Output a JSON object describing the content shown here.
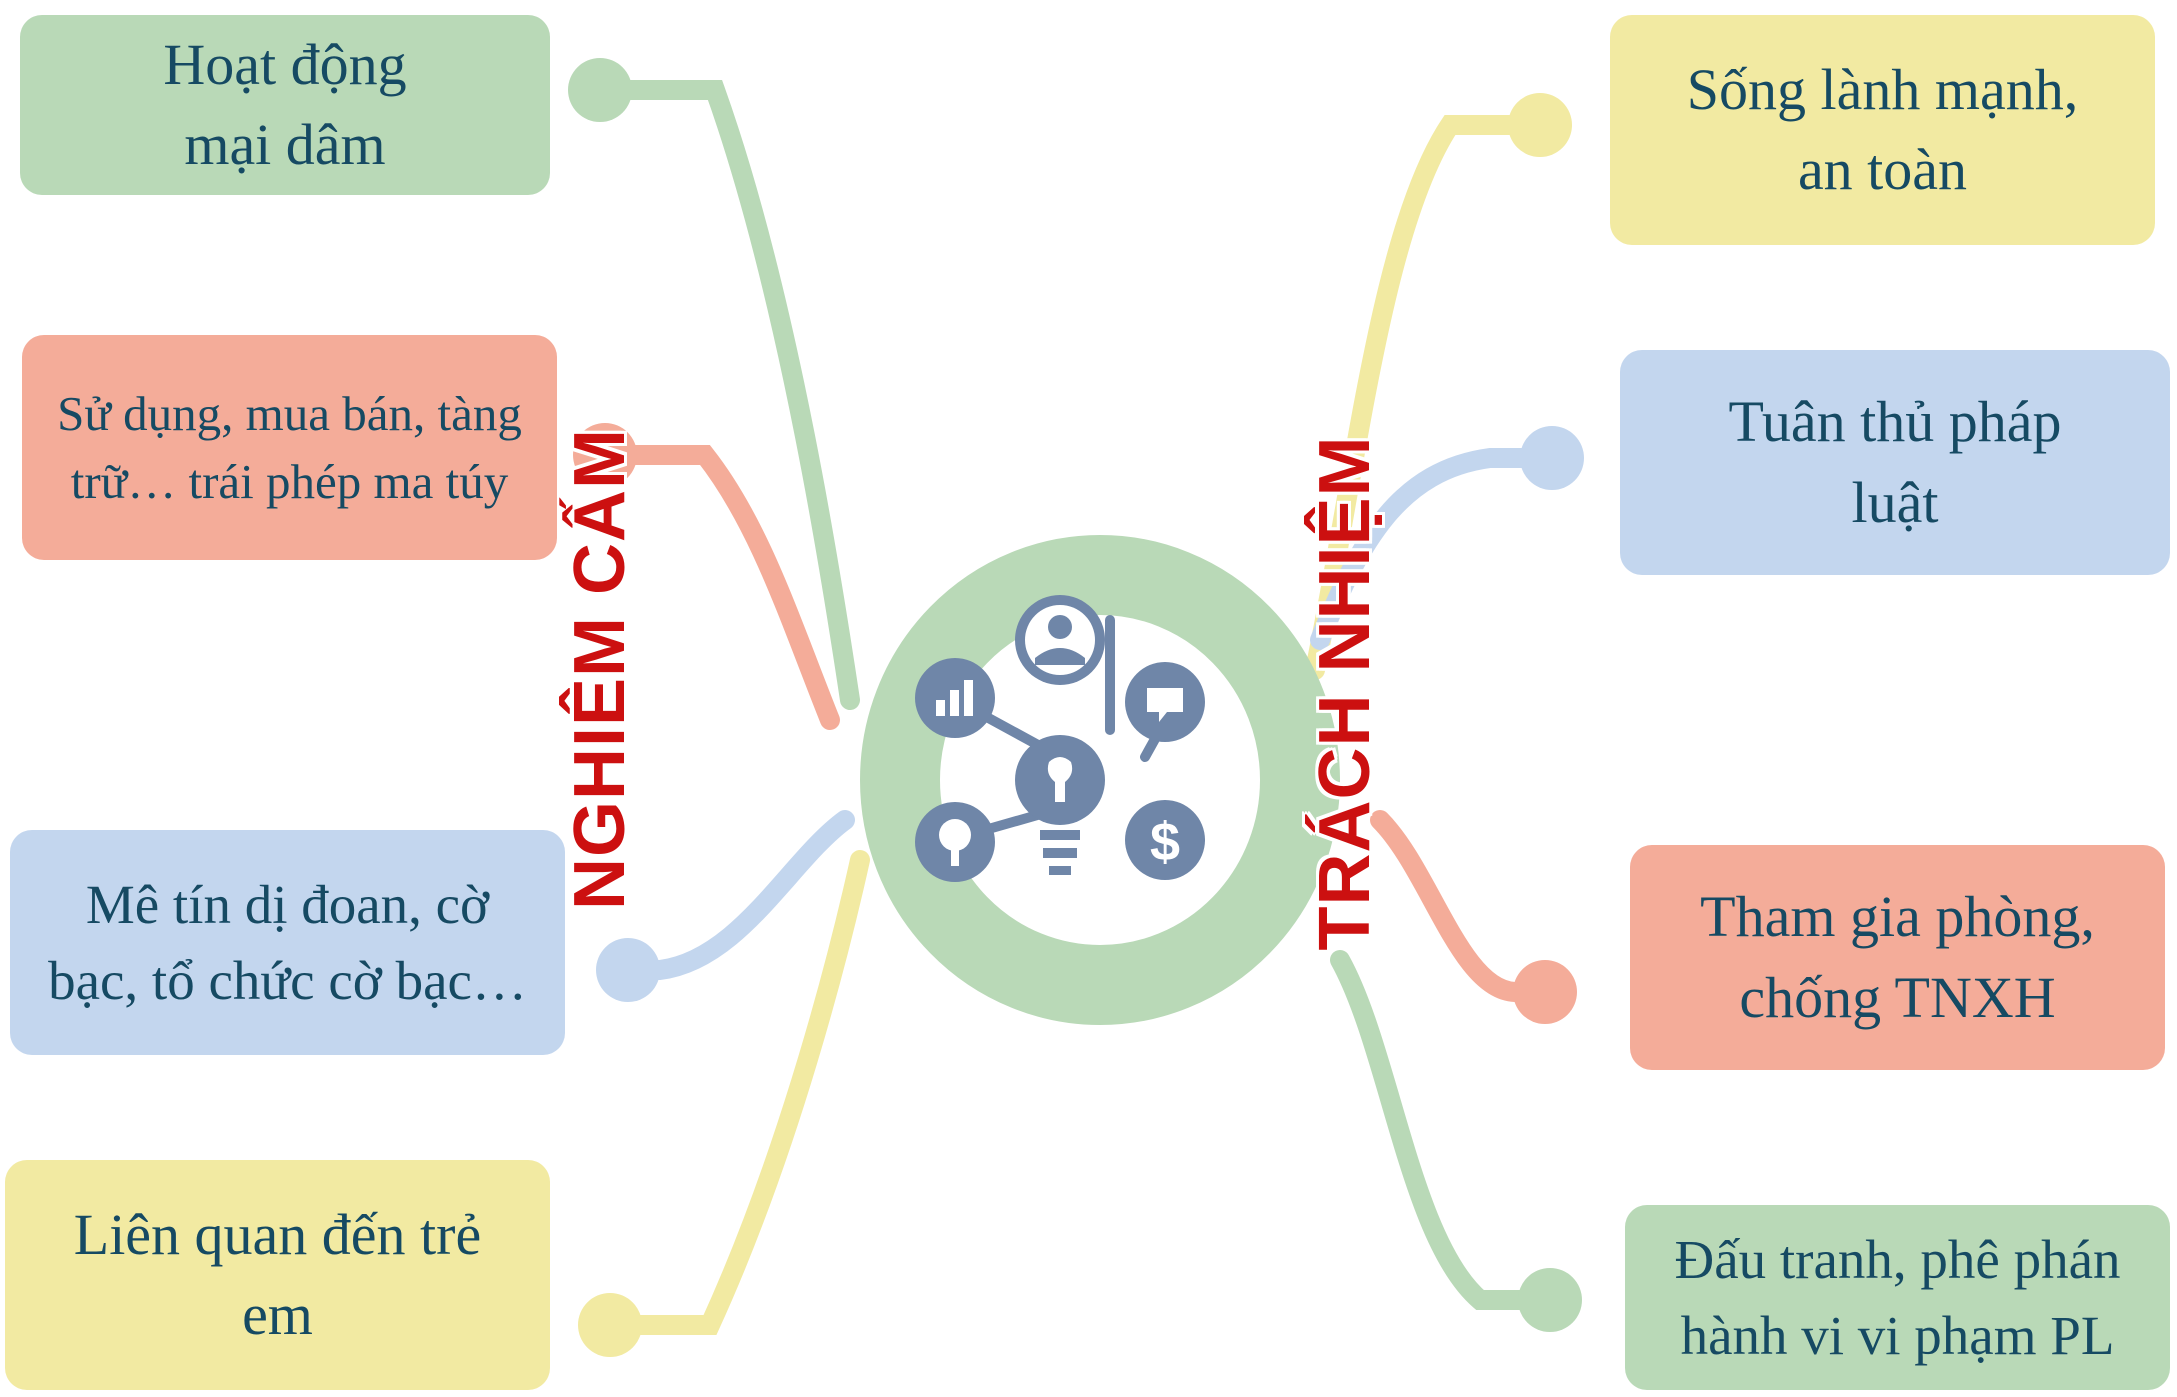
{
  "diagram": {
    "left_label": "NGHIÊM CẤM",
    "right_label": "TRÁCH NHIỆM",
    "left_items": [
      {
        "lines": [
          "Hoạt động",
          "mại dâm"
        ],
        "color": "#b9d9b7"
      },
      {
        "lines": [
          "Sử dụng, mua bán, tàng",
          "trữ… trái phép ma túy"
        ],
        "color": "#f4ac99"
      },
      {
        "lines": [
          "Mê tín dị đoan, cờ",
          "bạc, tổ chức cờ bạc…"
        ],
        "color": "#c3d6ee"
      },
      {
        "lines": [
          "Liên quan đến trẻ",
          "em"
        ],
        "color": "#f2eaa2"
      }
    ],
    "right_items": [
      {
        "lines": [
          "Sống lành mạnh,",
          "an toàn"
        ],
        "color": "#f2eaa2"
      },
      {
        "lines": [
          "Tuân thủ pháp",
          "luật"
        ],
        "color": "#c3d6ee"
      },
      {
        "lines": [
          "Tham gia phòng,",
          "chống TNXH"
        ],
        "color": "#f4ac99"
      },
      {
        "lines": [
          "Đấu tranh, phê phán",
          "hành vi vi phạm PL"
        ],
        "color": "#b9d9b7"
      }
    ],
    "hub_icons": [
      "user-icon",
      "speech-bubble-icon",
      "dollar-icon",
      "lightbulb-icon",
      "bar-chart-icon",
      "map-pin-icon"
    ],
    "colors": {
      "label_red": "#cc1010",
      "text": "#164a63",
      "icon": "#6f86a8",
      "hub_ring": "#b9d9b7"
    }
  }
}
